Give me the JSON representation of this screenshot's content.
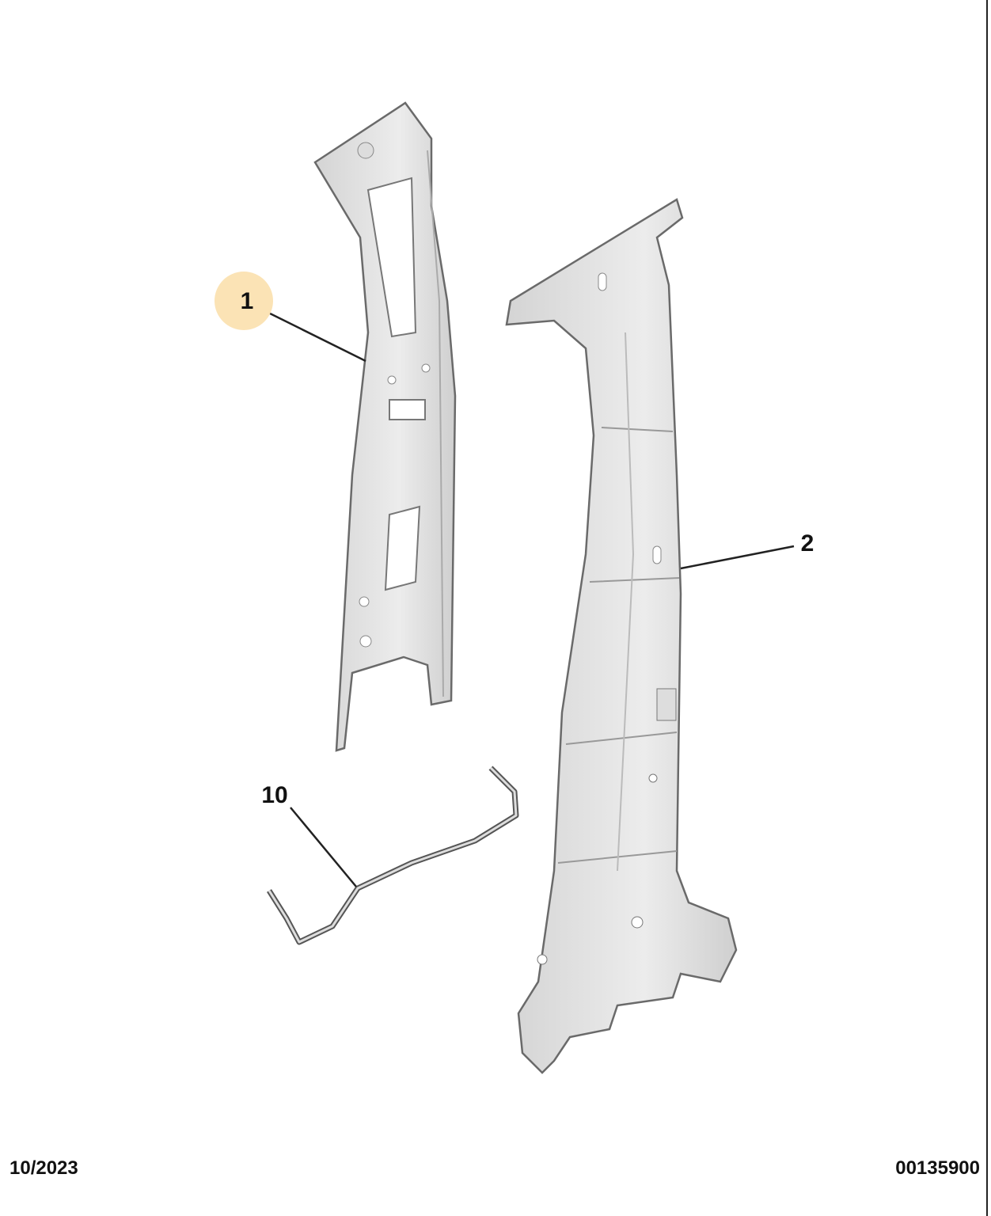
{
  "diagram": {
    "callouts": [
      {
        "label": "1",
        "highlighted": true
      },
      {
        "label": "2",
        "highlighted": false
      },
      {
        "label": "10",
        "highlighted": false
      }
    ],
    "highlight_color": "#fbe3b5",
    "part_fill": "#e3e3e3",
    "part_stroke": "#6a6a6a"
  },
  "footer": {
    "date": "10/2023",
    "reference": "00135900"
  }
}
